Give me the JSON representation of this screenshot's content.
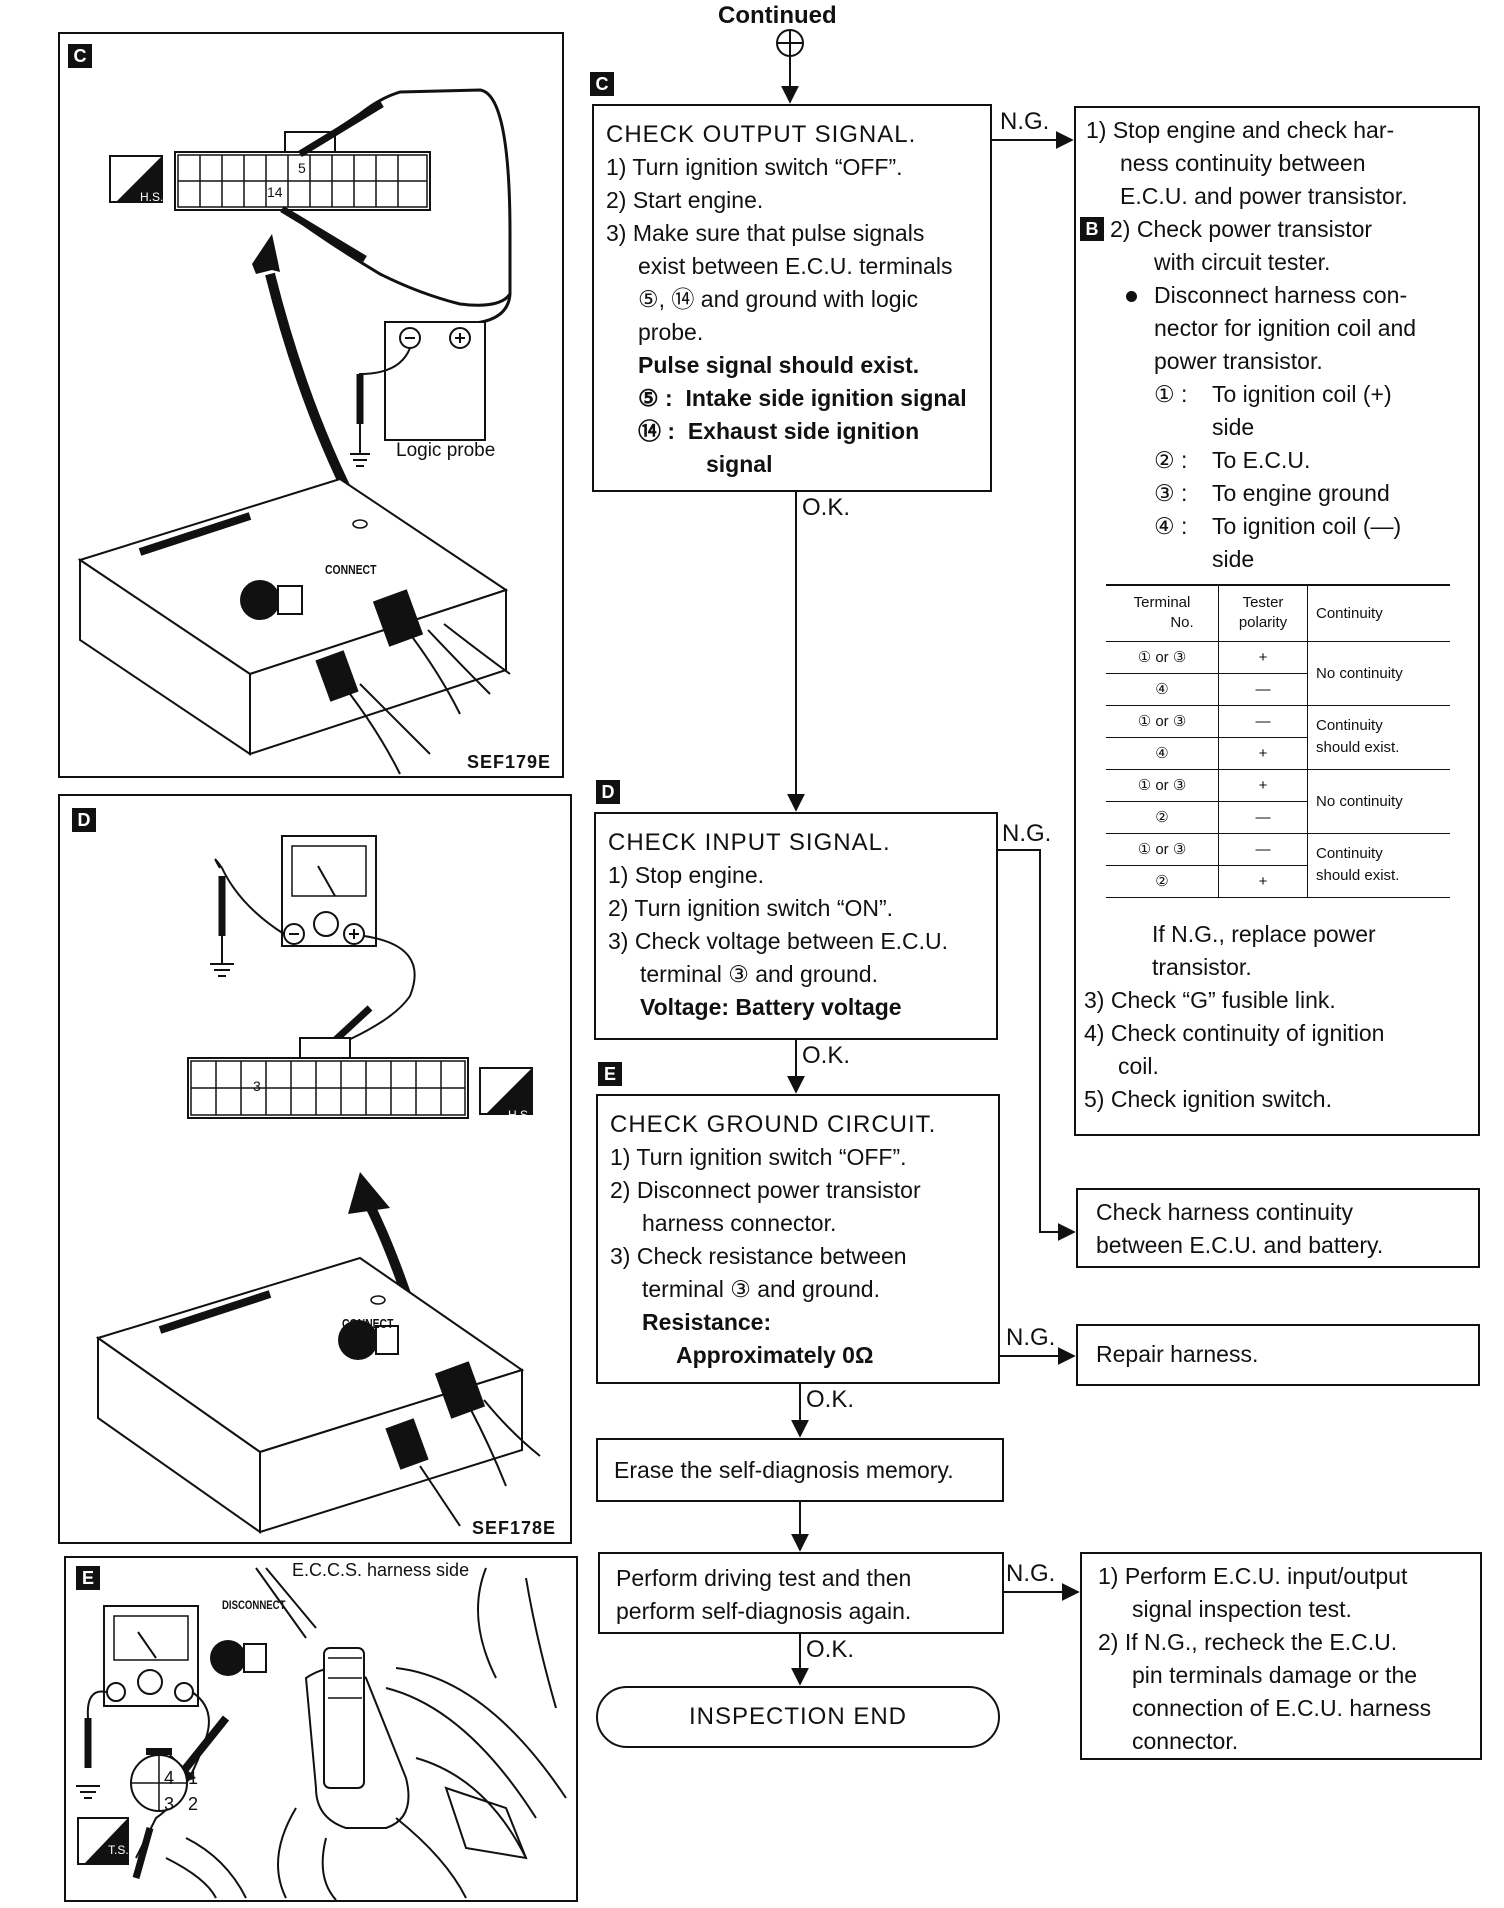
{
  "continued": "Continued",
  "flow": {
    "c": {
      "tag": "C",
      "title": "CHECK OUTPUT SIGNAL.",
      "lines": [
        "1) Turn ignition switch “OFF”.",
        "2) Start engine.",
        "3) Make sure that pulse signals",
        "exist between E.C.U. terminals",
        "⑤, ⑭ and ground with logic",
        "probe."
      ],
      "bold1": "Pulse signal should exist.",
      "b2k": "⑤ :",
      "b2v": "Intake side ignition signal",
      "b3k": "⑭ :",
      "b3v": "Exhaust side ignition",
      "b4": "signal"
    },
    "d": {
      "tag": "D",
      "title": "CHECK INPUT SIGNAL.",
      "lines": [
        "1) Stop engine.",
        "2) Turn ignition switch “ON”.",
        "3) Check voltage between E.C.U.",
        "terminal ③ and ground."
      ],
      "bold": "Voltage: Battery voltage"
    },
    "e": {
      "tag": "E",
      "title": "CHECK GROUND CIRCUIT.",
      "lines": [
        "1) Turn ignition switch “OFF”.",
        "2) Disconnect power transistor",
        "harness connector.",
        "3) Check resistance between",
        "terminal ③ and ground."
      ],
      "bold1": "Resistance:",
      "bold2": "Approximately 0Ω"
    },
    "erase": "Erase the self-diagnosis memory.",
    "drive": [
      "Perform driving test and then",
      "perform self-diagnosis again."
    ],
    "end": "INSPECTION END",
    "ng": "N.G.",
    "ok": "O.K."
  },
  "right": {
    "b": {
      "l1": [
        "1) Stop engine and check har-",
        "ness continuity between",
        "E.C.U. and power transistor."
      ],
      "tag": "B",
      "l2": [
        "2) Check power transistor",
        "with circuit tester."
      ],
      "bullet": [
        "Disconnect harness con-",
        "nector for ignition coil and",
        "power transistor."
      ],
      "pins": [
        {
          "k": "① :",
          "v": "To ignition coil (+)",
          "v2": "side"
        },
        {
          "k": "② :",
          "v": "To E.C.U.",
          "v2": ""
        },
        {
          "k": "③ :",
          "v": "To engine ground",
          "v2": ""
        },
        {
          "k": "④ :",
          "v": "To ignition coil (—)",
          "v2": "side"
        }
      ],
      "table": {
        "h1": "Terminal",
        "h1b": "No.",
        "h2": "Tester",
        "h2b": "polarity",
        "h3": "Continuity",
        "rows": [
          [
            "① or ③",
            "+",
            "No continuity",
            ""
          ],
          [
            "④",
            "—",
            "",
            ""
          ],
          [
            "① or ③",
            "—",
            "Continuity",
            "should exist."
          ],
          [
            "④",
            "+",
            "",
            ""
          ],
          [
            "① or ③",
            "+",
            "No continuity",
            ""
          ],
          [
            "②",
            "—",
            "",
            ""
          ],
          [
            "① or ③",
            "—",
            "Continuity",
            "should exist."
          ],
          [
            "②",
            "+",
            "",
            ""
          ]
        ]
      },
      "after": [
        "If N.G., replace power",
        "transistor."
      ],
      "l3": [
        "3) Check “G” fusible link.",
        "4) Check continuity of ignition",
        "coil.",
        "5) Check ignition switch."
      ]
    },
    "harness": [
      "Check harness continuity",
      "between E.C.U. and battery."
    ],
    "repair": "Repair harness.",
    "ecu": [
      "1) Perform E.C.U. input/output",
      "signal inspection test.",
      "2) If N.G., recheck the E.C.U.",
      "pin terminals damage or the",
      "connection of E.C.U. harness",
      "connector."
    ]
  },
  "figs": {
    "c": {
      "tag": "C",
      "code": "SEF179E",
      "probe": "Logic probe",
      "connect": "CONNECT",
      "pin5": "5",
      "pin14": "14",
      "hs": "H.S."
    },
    "d": {
      "tag": "D",
      "code": "SEF178E",
      "connect": "CONNECT",
      "pin3": "3",
      "hs": "H.S."
    },
    "e": {
      "tag": "E",
      "harness": "E.C.C.S. harness side",
      "disconnect": "DISCONNECT",
      "ts": "T.S.",
      "p4": "4",
      "p1": "1",
      "p3": "3",
      "p2": "2"
    }
  }
}
